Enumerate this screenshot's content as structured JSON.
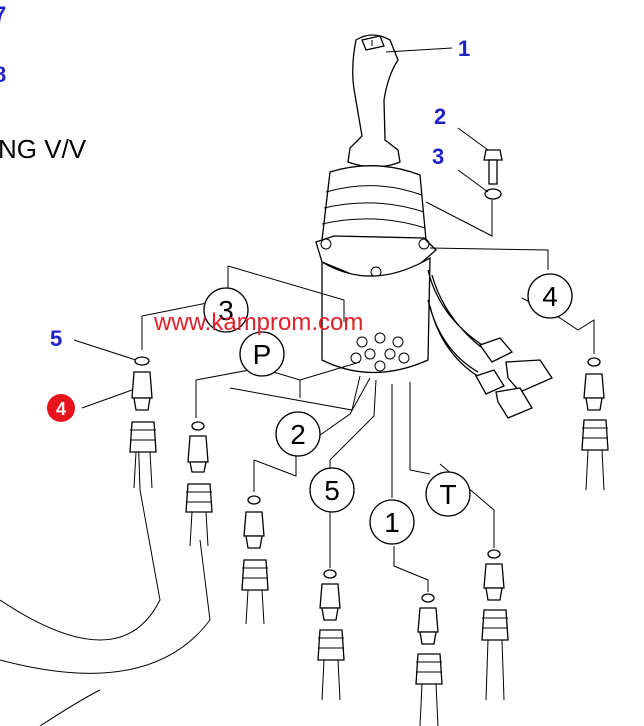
{
  "cut_text": [
    "7",
    "8"
  ],
  "title_fragment": "NG V/V",
  "callouts": [
    "1",
    "2",
    "3",
    "5"
  ],
  "highlight_callout": "4",
  "ports": [
    "3",
    "P",
    "2",
    "5",
    "1",
    "T",
    "4"
  ],
  "watermark": "www.kamprom.com",
  "colors": {
    "callout": "#2020c8",
    "highlight": "#e8121c",
    "watermark": "#e0202a"
  }
}
